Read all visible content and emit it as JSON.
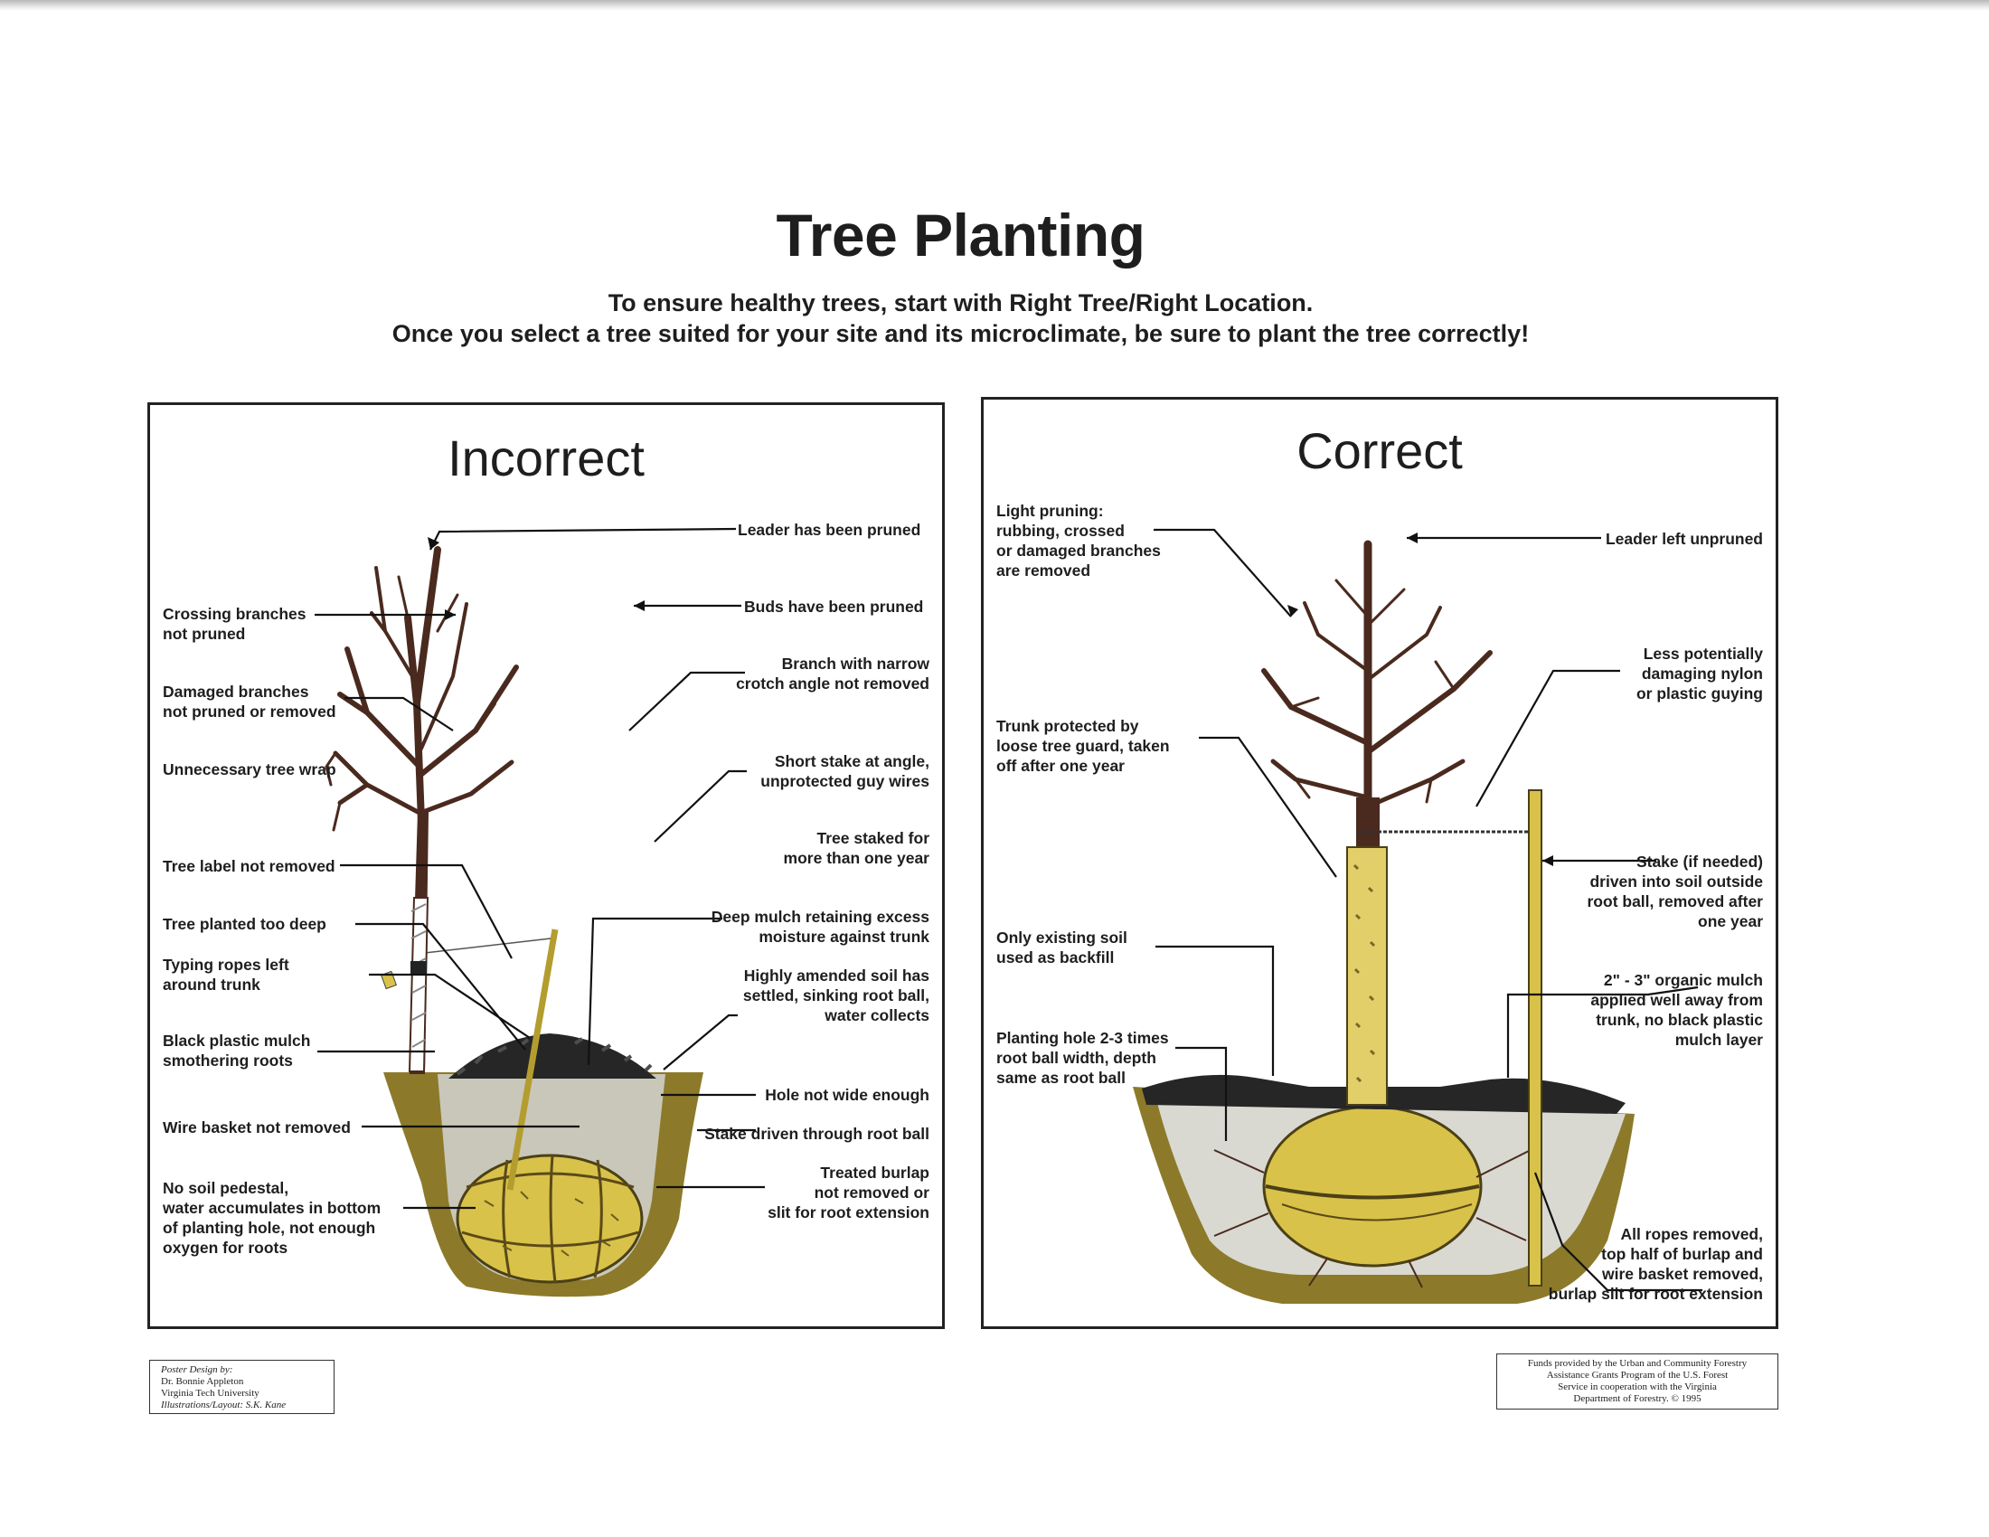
{
  "title": "Tree Planting",
  "subtitle_lines": [
    "To ensure healthy trees, start with Right Tree/Right Location.",
    "Once you select a tree suited for your site and its microclimate, be sure to plant the tree correctly!"
  ],
  "incorrect": {
    "heading": "Incorrect",
    "labels": {
      "leader_pruned": "Leader has been pruned",
      "crossing_1": "Crossing branches",
      "crossing_2": "not pruned",
      "buds_pruned": "Buds have been pruned",
      "narrow_1": "Branch with narrow",
      "narrow_2": "crotch angle not removed",
      "damaged_1": "Damaged branches",
      "damaged_2": "not pruned or removed",
      "tree_wrap": "Unnecessary tree wrap",
      "short_stake_1": "Short stake at angle,",
      "short_stake_2": "unprotected guy wires",
      "staked_1": "Tree staked for",
      "staked_2": "more than one year",
      "label_not_removed": "Tree label not removed",
      "deep_mulch_1": "Deep mulch retaining excess",
      "deep_mulch_2": "moisture against trunk",
      "too_deep": "Tree planted too deep",
      "ropes_1": "Typing ropes left",
      "ropes_2": "around trunk",
      "amended_1": "Highly amended soil has",
      "amended_2": "settled, sinking root ball,",
      "amended_3": "water collects",
      "black_plastic_1": "Black plastic mulch",
      "black_plastic_2": "smothering roots",
      "hole_narrow": "Hole not wide enough",
      "wire_basket": "Wire basket not removed",
      "stake_through": "Stake driven through root ball",
      "burlap_1": "Treated burlap",
      "burlap_2": "not removed or",
      "burlap_3": "slit for root extension",
      "pedestal_1": "No soil pedestal,",
      "pedestal_2": "water accumulates in bottom",
      "pedestal_3": "of planting hole, not enough",
      "pedestal_4": "oxygen for roots"
    }
  },
  "correct": {
    "heading": "Correct",
    "labels": {
      "light_1": "Light pruning:",
      "light_2": "rubbing, crossed",
      "light_3": "or damaged branches",
      "light_4": "are removed",
      "leader_unpruned": "Leader left unpruned",
      "guying_1": "Less potentially",
      "guying_2": "damaging nylon",
      "guying_3": "or plastic guying",
      "guard_1": "Trunk protected by",
      "guard_2": "loose tree guard, taken",
      "guard_3": "off after one year",
      "stake_1": "Stake (if needed)",
      "stake_2": "driven into soil outside",
      "stake_3": "root ball, removed after",
      "stake_4": "one year",
      "backfill_1": "Only existing soil",
      "backfill_2": "used as backfill",
      "mulch_1": "2\" - 3\" organic mulch",
      "mulch_2": "applied well away from",
      "mulch_3": "trunk, no black plastic",
      "mulch_4": "mulch layer",
      "hole_1": "Planting hole 2-3 times",
      "hole_2": "root ball width, depth",
      "hole_3": "same as root ball",
      "ropes_1": "All ropes removed,",
      "ropes_2": "top half of burlap and",
      "ropes_3": "wire basket removed,",
      "ropes_4": "burlap slit for root extension"
    }
  },
  "credits": {
    "design": [
      "Poster Design by:",
      "Dr. Bonnie Appleton",
      "Virginia Tech University",
      "Illustrations/Layout:  S.K. Kane"
    ],
    "funds": [
      "Funds provided by the Urban and Community Forestry",
      "Assistance Grants Program of the U.S. Forest",
      "Service in cooperation with the Virginia",
      "Department of Forestry.   © 1995"
    ]
  },
  "colors": {
    "bark": "#4a2a1e",
    "soil": "#8c7a2a",
    "root_ball": "#d8c24a",
    "tree_guard": "#e3cf6a",
    "backfill": "#d9d9d2",
    "mulch": "#262626"
  }
}
